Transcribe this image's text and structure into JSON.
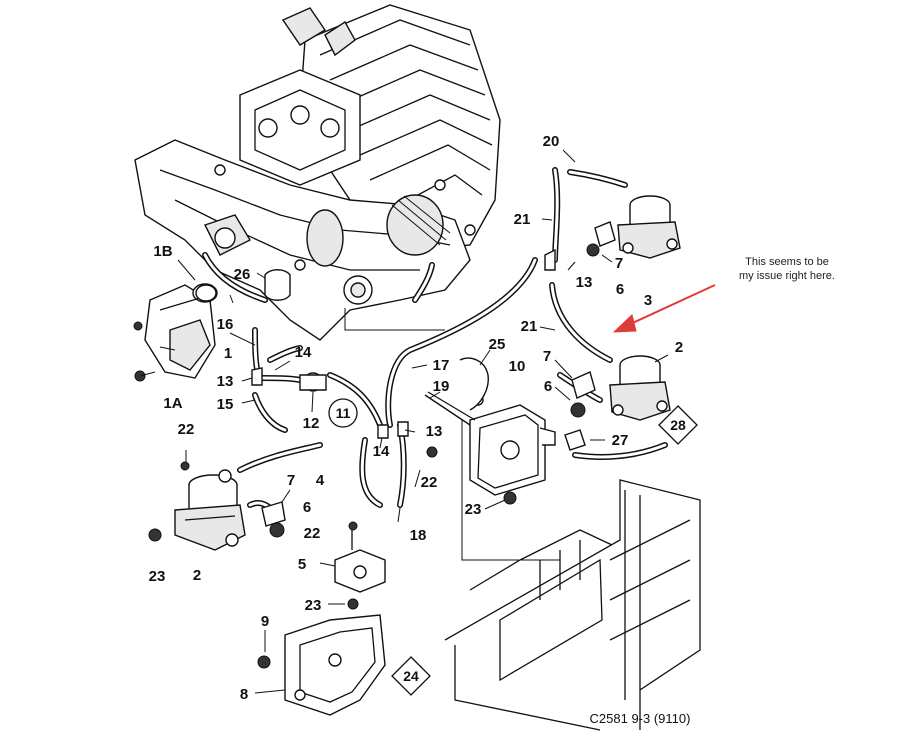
{
  "annotation": {
    "note_line1": "This seems to be",
    "note_line2": "my issue right here.",
    "arrow_color": "#e03b3b"
  },
  "reference_code": "C2581 9-3 (9110)",
  "callouts": {
    "c1": "1",
    "c1A": "1A",
    "c1B": "1B",
    "c2a": "2",
    "c2b": "2",
    "c3": "3",
    "c4": "4",
    "c5": "5",
    "c6a": "6",
    "c6b": "6",
    "c6c": "6",
    "c7a": "7",
    "c7b": "7",
    "c7c": "7",
    "c8": "8",
    "c9": "9",
    "c10": "10",
    "c12": "12",
    "c13a": "13",
    "c13b": "13",
    "c13c": "13",
    "c14a": "14",
    "c14b": "14",
    "c15": "15",
    "c16": "16",
    "c17": "17",
    "c18": "18",
    "c19": "19",
    "c20": "20",
    "c21a": "21",
    "c21b": "21",
    "c22a": "22",
    "c22b": "22",
    "c22c": "22",
    "c23a": "23",
    "c23b": "23",
    "c23c": "23",
    "c25": "25",
    "c26": "26",
    "c27": "27"
  },
  "boxed_labels": {
    "b11": "11",
    "b24": "24",
    "b28": "28"
  }
}
